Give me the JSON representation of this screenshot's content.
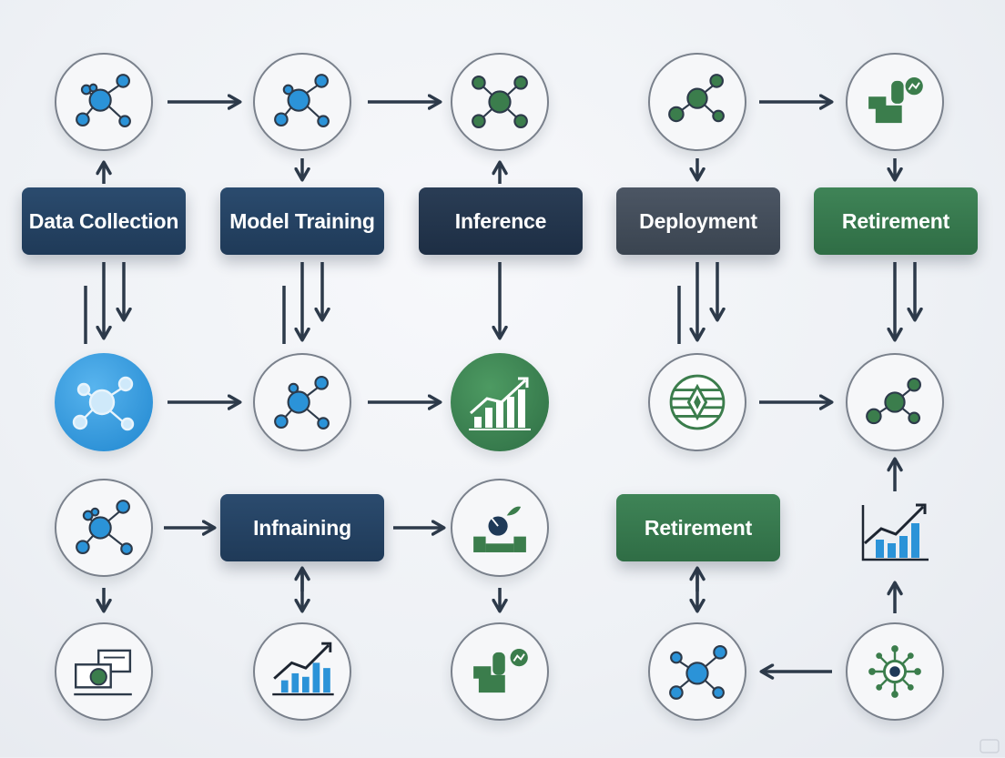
{
  "stages": {
    "data_collection": "Data Collection",
    "model_training": "Model Training",
    "inference": "Inference",
    "deployment": "Deployment",
    "retirement_top": "Retirement",
    "infnaining": "Infnaining",
    "retirement_mid": "Retirement"
  },
  "colors": {
    "navy": "#1f3a58",
    "slate": "#3a4450",
    "green": "#2f6d45",
    "blue": "#2a8fd6",
    "arrow": "#2d3a4a"
  },
  "icons": [
    "molecule-network-icon",
    "growth-chart-icon",
    "database-trend-icon",
    "globe-diamond-icon",
    "robot-arm-icon",
    "document-gear-icon",
    "hub-network-icon"
  ]
}
